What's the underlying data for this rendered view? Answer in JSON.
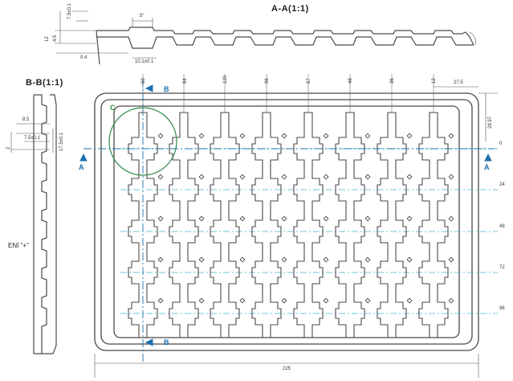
{
  "views": {
    "section_aa_title": "A-A(1:1)",
    "section_bb_title": "B-B(1:1)",
    "side_note": "ENİ \"+\""
  },
  "section_marks": {
    "a_left": "A",
    "a_right": "A",
    "b_top": "B",
    "b_bottom": "B",
    "detail_c": "C"
  },
  "dimensions": {
    "overall_width": "225",
    "right_offset": "27.5",
    "right_vertical": "28.97",
    "column_pitches": [
      "60",
      "84",
      "120",
      "96",
      "57",
      "48",
      "36",
      "12"
    ],
    "row_positions": [
      "0",
      "24",
      "48",
      "72",
      "96"
    ],
    "aa_dims": [
      "5°",
      "10.1±0.1",
      "7.5±0.1",
      "4.5",
      "12",
      "0.4"
    ],
    "bb_dims": [
      "8.5",
      "7.5±0.1",
      "17.5±0.1",
      "2"
    ]
  },
  "colors": {
    "line": "#4a4a4a",
    "centerline": "#3fb7c7",
    "section": "#1a6fb0",
    "detail": "#2c8a4b"
  }
}
